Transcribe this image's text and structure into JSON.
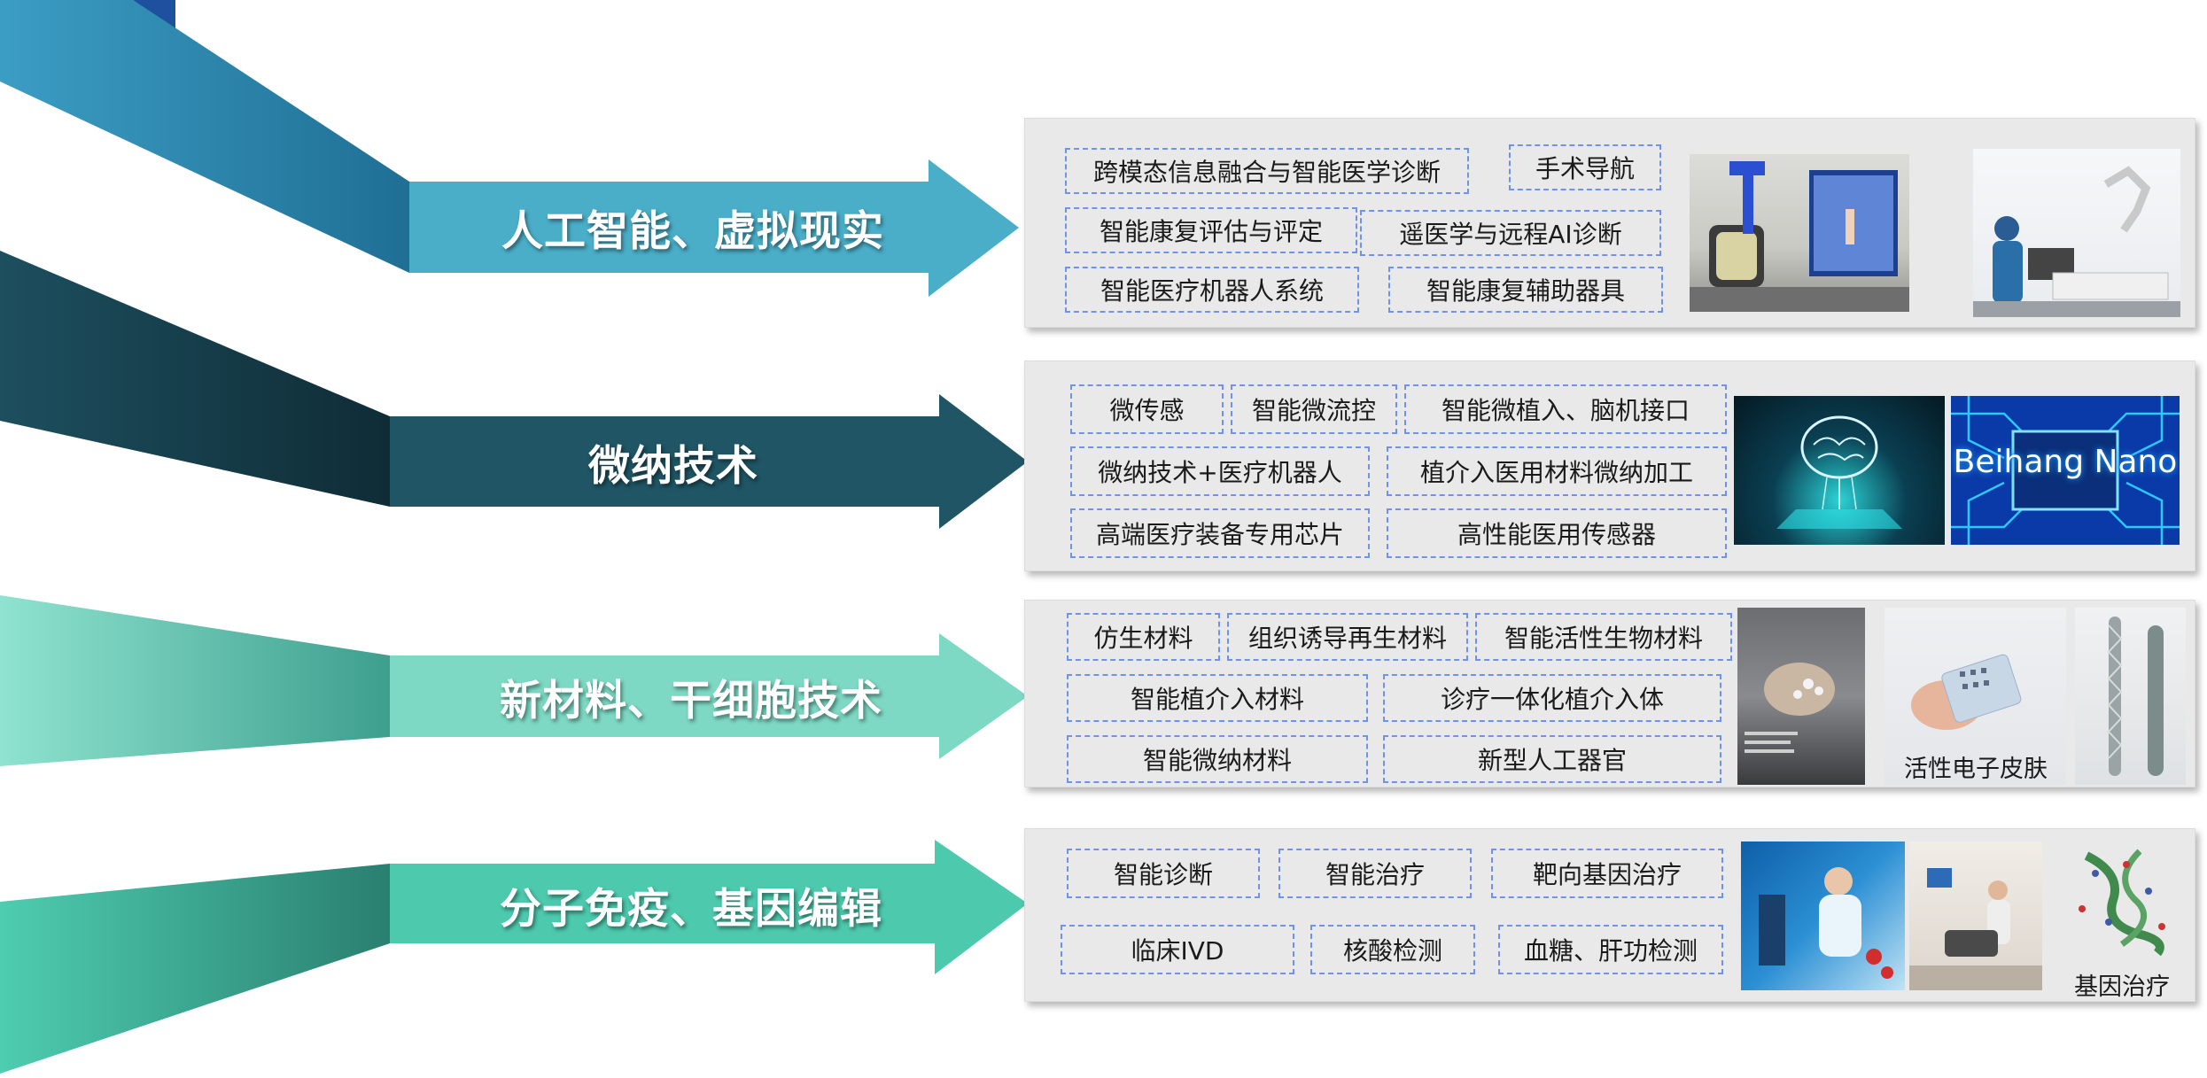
{
  "rows": [
    {
      "label": "人工智能、虚拟现实",
      "color": "#4aaec8",
      "tags": [
        "跨模态信息融合与智能医学诊断",
        "手术导航",
        "智能康复评估与评定",
        "遥医学与远程AI诊断",
        "智能医疗机器人系统",
        "智能康复辅助器具"
      ],
      "images": [
        "rehab-robot-photo",
        "surgical-robot-photo"
      ]
    },
    {
      "label": "微纳技术",
      "color": "#1f5564",
      "tags": [
        "微传感",
        "智能微流控",
        "智能微植入、脑机接口",
        "微纳技术+医疗机器人",
        "植介入医用材料微纳加工",
        "高端医疗装备专用芯片",
        "高性能医用传感器"
      ],
      "images": [
        "brain-chip-image",
        "beihang-nano-chip-image"
      ],
      "image_text": "Beihang Nano"
    },
    {
      "label": "新材料、干细胞技术",
      "color": "#7dd8c4",
      "tags": [
        "仿生材料",
        "组织诱导再生材料",
        "智能活性生物材料",
        "智能植介入材料",
        "诊疗一体化植介入体",
        "智能微纳材料",
        "新型人工器官"
      ],
      "images": [
        "biomaterial-photo",
        "electronic-skin-photo",
        "stent-photo"
      ],
      "captions": [
        "活性电子皮肤"
      ]
    },
    {
      "label": "分子免疫、基因编辑",
      "color": "#4dc9ae",
      "tags": [
        "智能诊断",
        "智能治疗",
        "靶向基因治疗",
        "临床IVD",
        "核酸检测",
        "血糖、肝功检测"
      ],
      "images": [
        "lab-research-photo",
        "clinic-patient-photo",
        "molecule-image"
      ],
      "captions": [
        "基因治疗"
      ]
    }
  ]
}
